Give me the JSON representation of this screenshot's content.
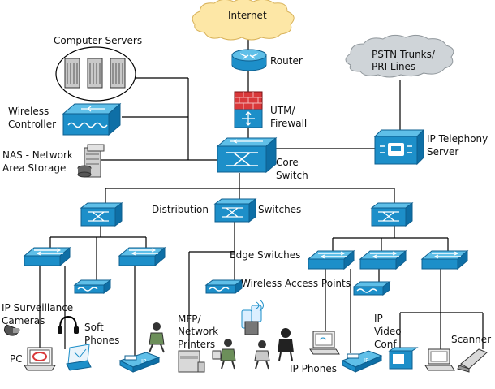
{
  "labels": {
    "internet": "Internet",
    "router": "Router",
    "pstn_line1": "PSTN Trunks/",
    "pstn_line2": "PRI Lines",
    "computer_servers": "Computer Servers",
    "wireless_line1": "Wireless",
    "wireless_line2": "Controller",
    "utm_line1": "UTM/",
    "utm_line2": "Firewall",
    "nas_line1": "NAS - Network",
    "nas_line2": "Area Storage",
    "core_line1": "Core",
    "core_line2": "Switch",
    "ipt_line1": "IP Telephony",
    "ipt_line2": "Server",
    "distribution": "Distribution",
    "switches": "Switches",
    "edge_switches": "Edge Switches",
    "wap": "Wireless Access Points",
    "surv_line1": "IP Surveillance",
    "surv_line2": "Cameras",
    "soft_line1": "Soft",
    "soft_line2": "Phones",
    "pc": "PC",
    "mfp_line1": "MFP/",
    "mfp_line2": "Network",
    "mfp_line3": "Printers",
    "ipvideo_line1": "IP",
    "ipvideo_line2": "Video",
    "ipvideo_line3": "Conf",
    "scanner": "Scanner",
    "ip_phones": "IP Phones"
  },
  "colors": {
    "cisco_blue": "#1d8fc9",
    "cisco_blue_dark": "#0e5f8f",
    "cloud_internet": "#fde7a6",
    "cloud_pstn": "#cfd4d8",
    "line": "#000000"
  }
}
